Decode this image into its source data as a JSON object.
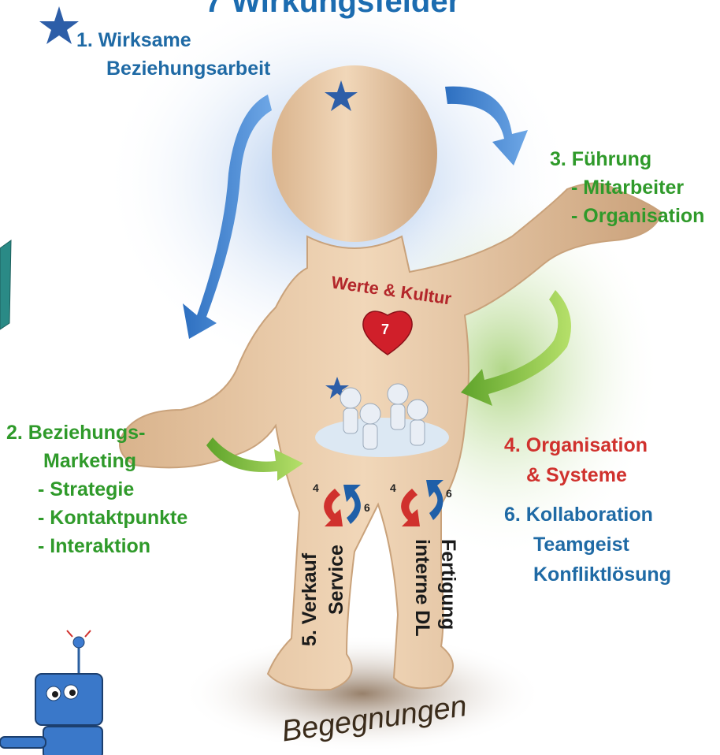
{
  "title": "7 Wirkungsfelder",
  "field1": {
    "line1": "1. Wirksame",
    "line2": "Beziehungsarbeit"
  },
  "field2": {
    "line1": "2. Beziehungs-",
    "line2": "Marketing",
    "items": [
      "- Strategie",
      "- Kontaktpunkte",
      "- Interaktion"
    ]
  },
  "field3": {
    "line1": "3. Führung",
    "items": [
      "- Mitarbeiter",
      "- Organisation"
    ]
  },
  "field4": {
    "line1": "4. Organisation",
    "line2": "& Systeme"
  },
  "field6": {
    "line1": "6. Kollaboration",
    "line2": "Teamgeist",
    "line3": "Konfliktlösung"
  },
  "center": {
    "werte": "Werte & Kultur",
    "heart_number": "7"
  },
  "legs": {
    "left_line1": "5. Verkauf",
    "left_line2": "Service",
    "right_line1": "Fertigung",
    "right_line2": "interne DL",
    "arrow_labels": [
      "4",
      "6",
      "4",
      "6"
    ]
  },
  "bottom": "Begegnungen",
  "colors": {
    "blue": "#1f6aa5",
    "green": "#2f9a2a",
    "red": "#d0312d",
    "skin": "#e8c9a4"
  }
}
